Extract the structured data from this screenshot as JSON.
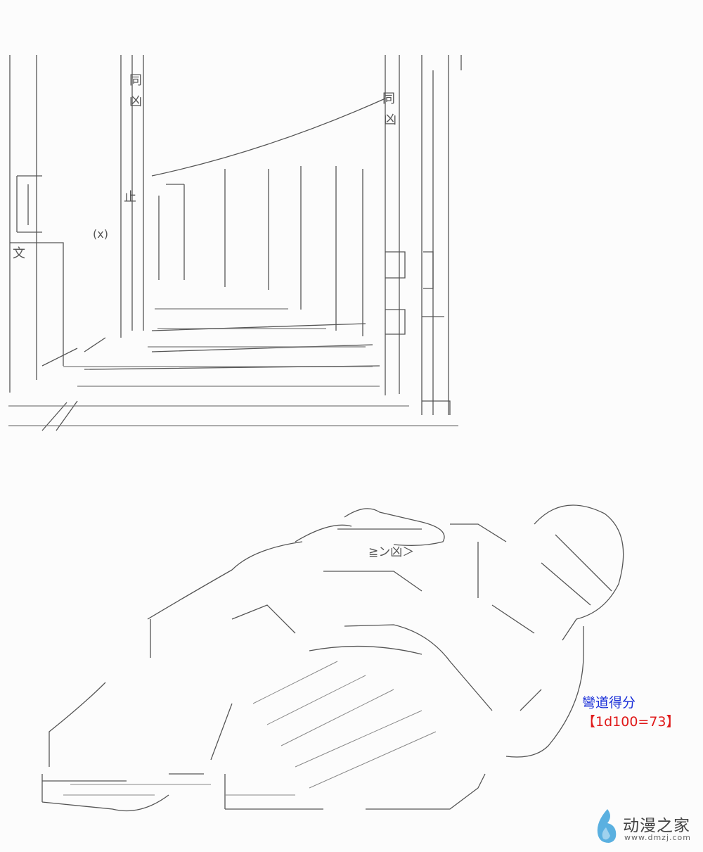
{
  "annotation": {
    "title": "彎道得分",
    "roll": "【1d100=73】",
    "title_color": "#1a2fd8",
    "roll_color": "#e01a1a"
  },
  "hall_signs": [
    "同",
    "凶",
    "同",
    "凶",
    "文",
    "止",
    "(x)",
    "≧ン凶＞"
  ],
  "watermark": {
    "name": "动漫之家",
    "url": "www.dmzj.com",
    "logo_icon": "flame-drop-icon",
    "logo_color": "#5ab0e0"
  },
  "ink_color": "#555555"
}
